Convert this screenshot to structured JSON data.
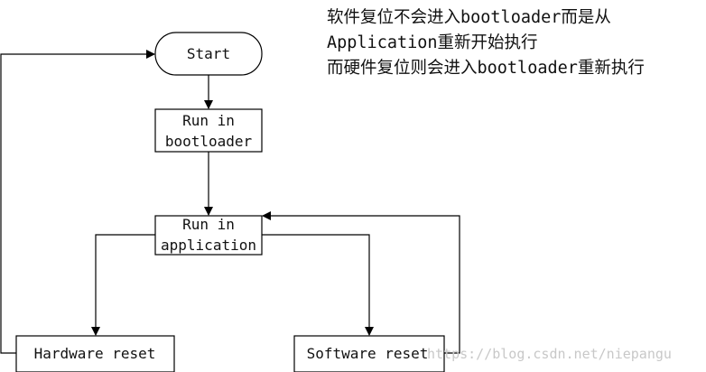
{
  "nodes": {
    "start": "Start",
    "bootloader": [
      "Run in",
      "bootloader"
    ],
    "application": [
      "Run in",
      "application"
    ],
    "hardware_reset": "Hardware reset",
    "software_reset": "Software reset"
  },
  "note_lines": [
    "软件复位不会进入bootloader而是从",
    "Application重新开始执行",
    "而硬件复位则会进入bootloader重新执行"
  ],
  "watermark": "https://blog.csdn.net/niepangu",
  "colors": {
    "line": "#000000",
    "watermark": "#c8c8c8"
  }
}
